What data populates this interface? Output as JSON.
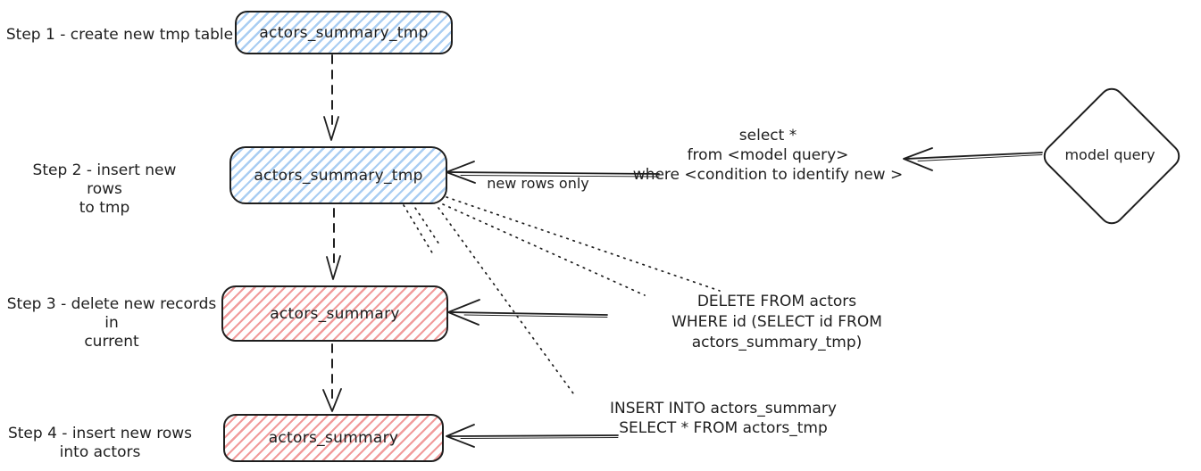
{
  "colors": {
    "stroke": "#1e1e1e",
    "blue_fill": "#a9cdf2",
    "red_fill": "#f19b9b",
    "canvas_bg": "#ffffff"
  },
  "steps": [
    {
      "label_line1": "Step 1 - create new tmp table",
      "label_line2": "",
      "table": "actors_summary_tmp",
      "table_color": "blue"
    },
    {
      "label_line1": "Step 2 - insert new rows",
      "label_line2": "to tmp",
      "table": "actors_summary_tmp",
      "table_color": "blue"
    },
    {
      "label_line1": "Step 3 - delete new records in",
      "label_line2": "current",
      "table": "actors_summary",
      "table_color": "red"
    },
    {
      "label_line1": "Step 4 - insert new rows",
      "label_line2": "into actors",
      "table": "actors_summary",
      "table_color": "red"
    }
  ],
  "annotations": {
    "model_query_sql": {
      "line1": "select *",
      "line2": "from <model query>",
      "line3": "where <condition to identify new >"
    },
    "new_rows_label": "new rows only",
    "delete_sql": {
      "line1": "DELETE FROM actors",
      "line2": "WHERE id (SELECT id FROM actors_summary_tmp)"
    },
    "insert_sql": {
      "line1": "INSERT INTO actors_summary",
      "line2": "SELECT * FROM actors_tmp"
    },
    "model_query_node": "model query"
  }
}
